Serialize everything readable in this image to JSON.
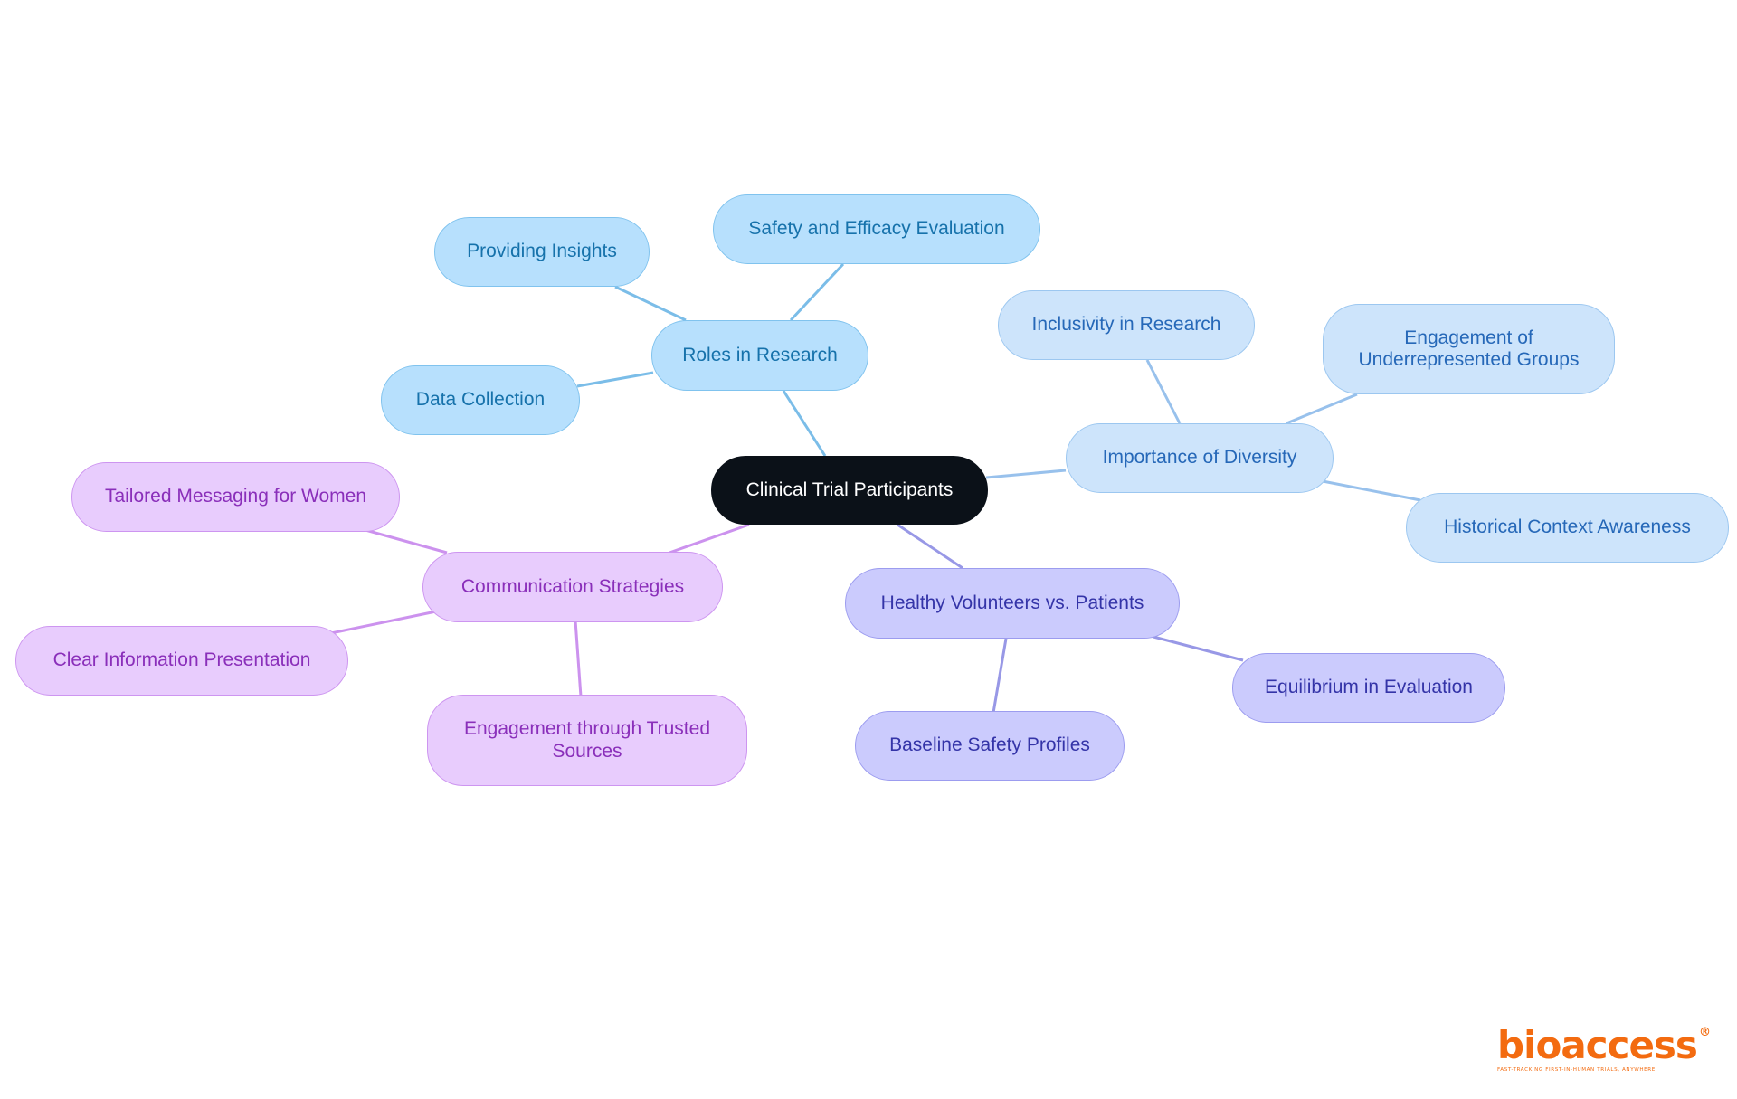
{
  "diagram": {
    "root": "Clinical Trial Participants",
    "branches": [
      {
        "label": "Roles in Research",
        "color": "#7bbde8",
        "children": [
          "Safety and Efficacy Evaluation",
          "Providing Insights",
          "Data Collection"
        ]
      },
      {
        "label": "Importance of Diversity",
        "color": "#98c1ec",
        "children": [
          "Inclusivity in Research",
          "Engagement of\nUnderrepresented Groups",
          "Historical Context Awareness"
        ]
      },
      {
        "label": "Healthy Volunteers vs. Patients",
        "color": "#9898e6",
        "children": [
          "Equilibrium in Evaluation",
          "Baseline Safety Profiles"
        ]
      },
      {
        "label": "Communication Strategies",
        "color": "#cc92ee",
        "children": [
          "Tailored Messaging for Women",
          "Clear Information Presentation",
          "Engagement through Trusted\nSources"
        ]
      }
    ]
  },
  "logo": {
    "brand": "bioaccess",
    "mark": "®",
    "tagline": "FAST-TRACKING FIRST-IN-HUMAN TRIALS, ANYWHERE"
  }
}
